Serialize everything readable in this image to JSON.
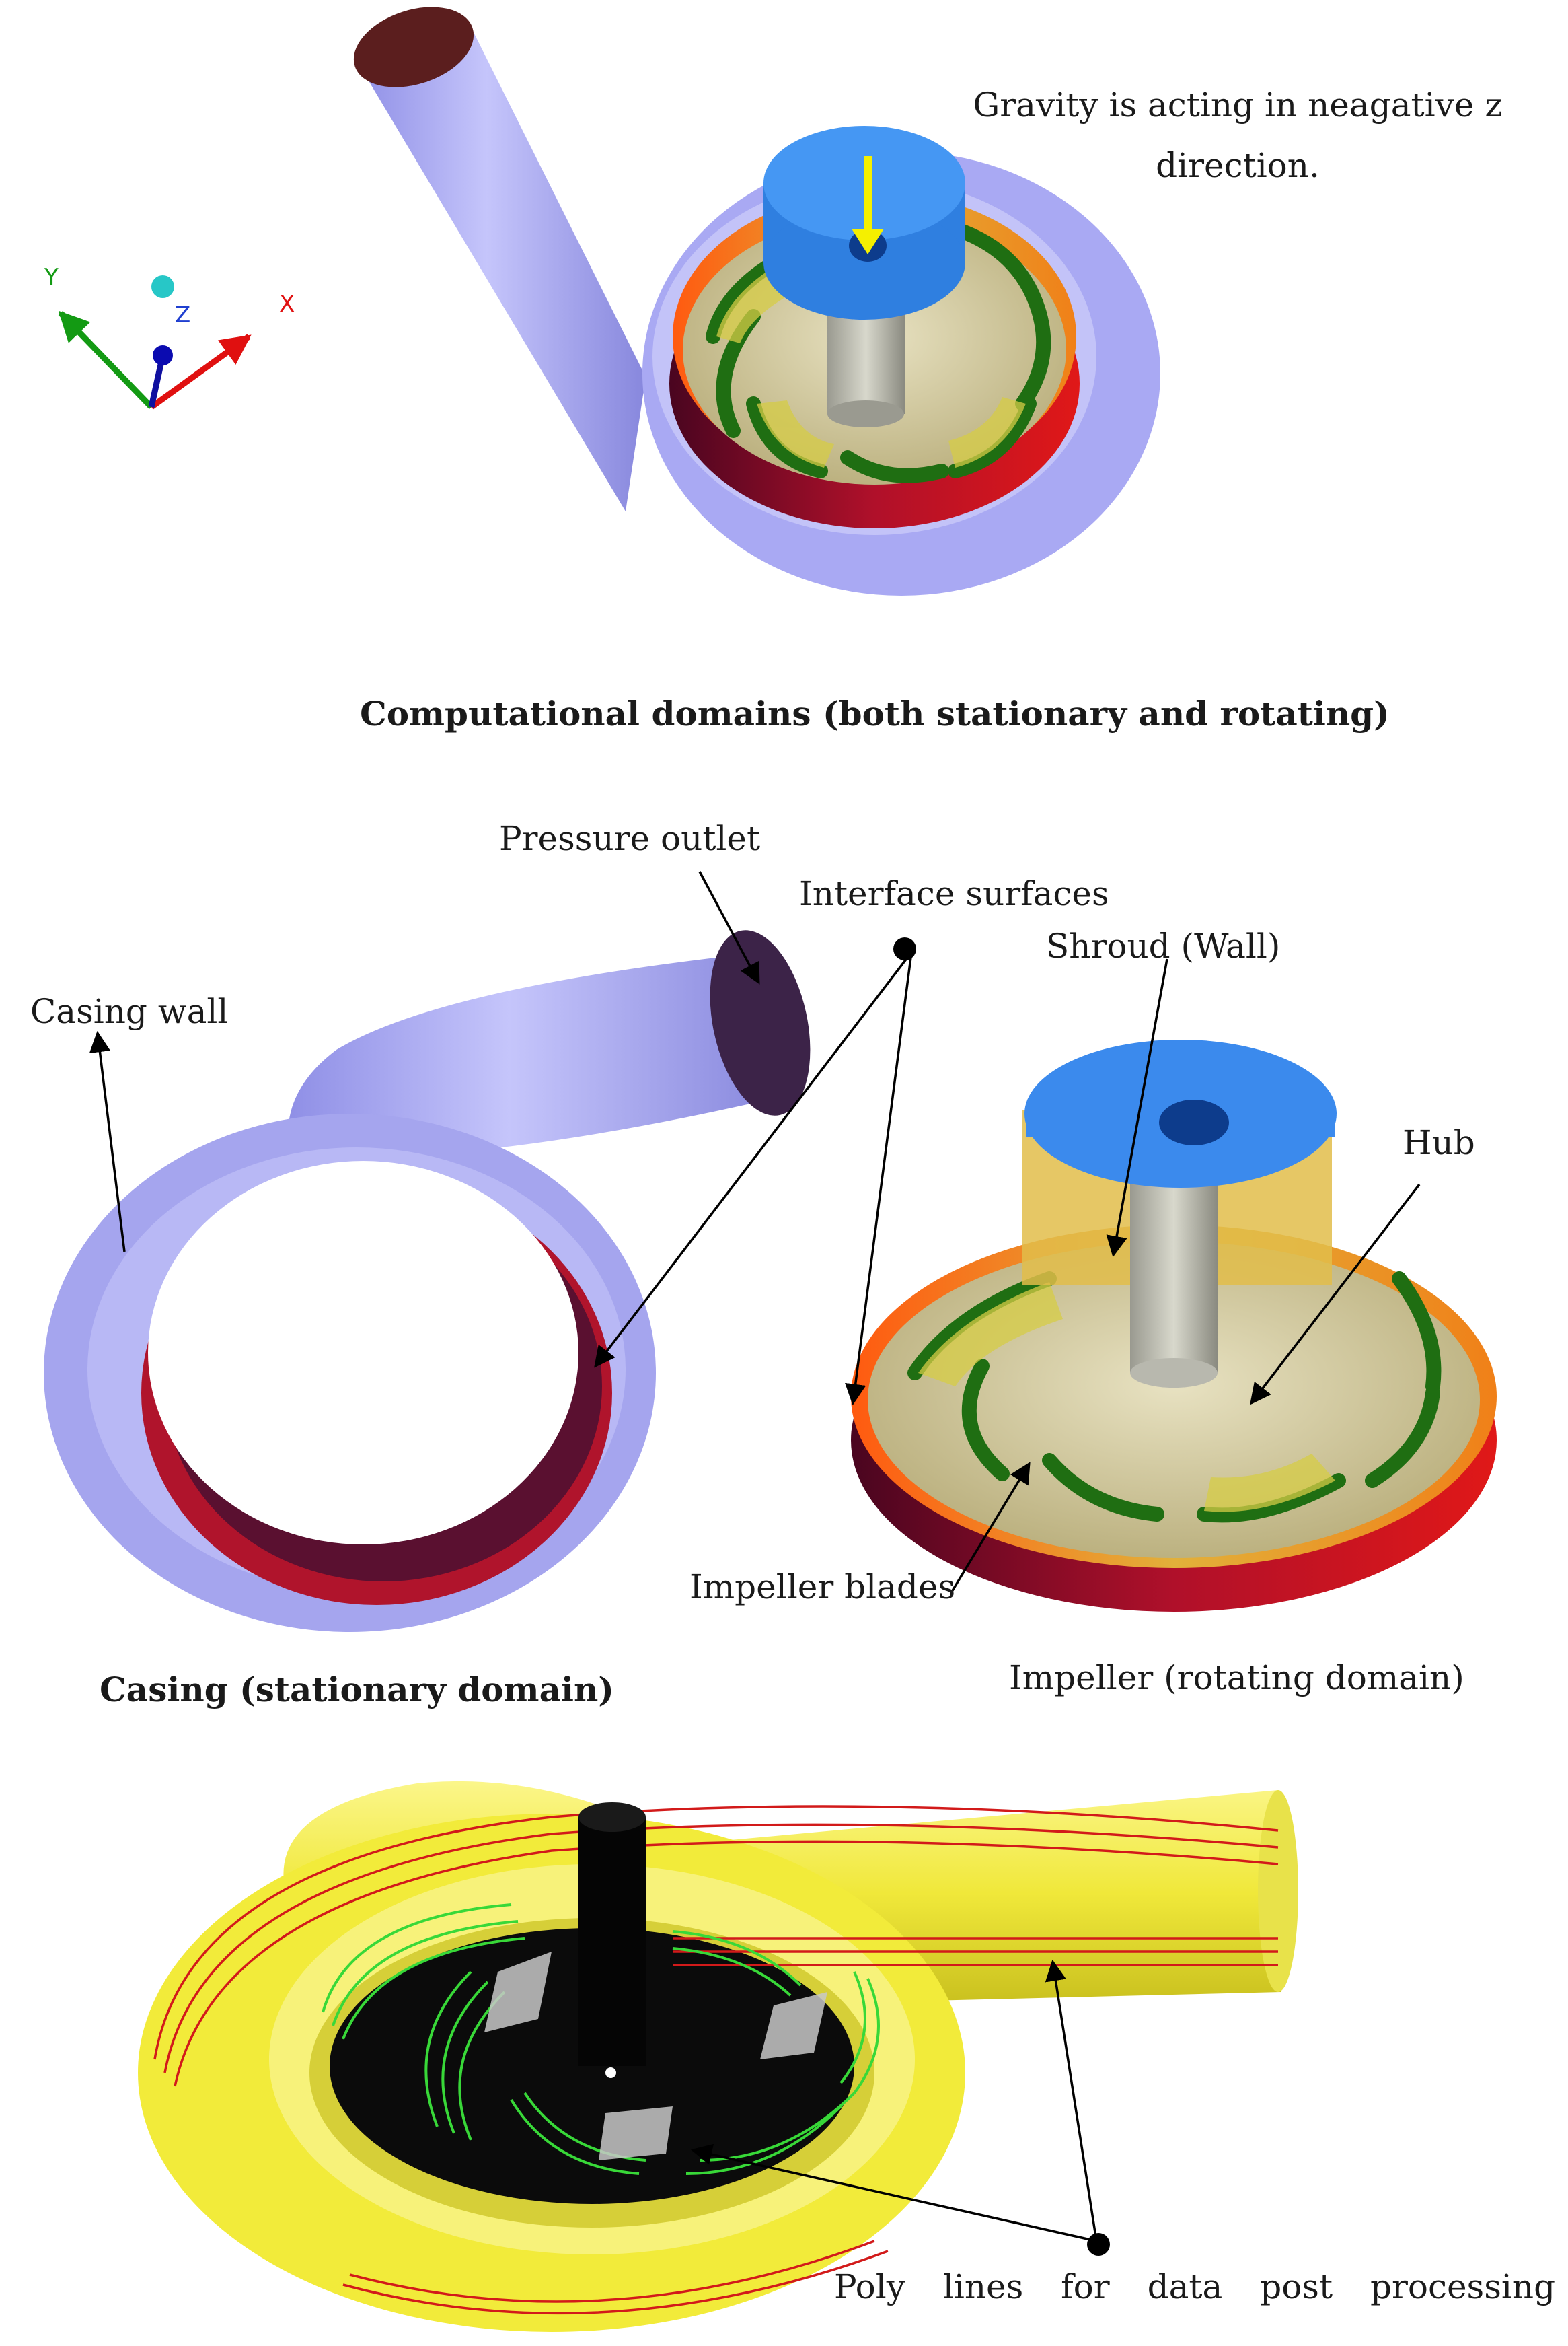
{
  "top": {
    "gravity_note": [
      "Gravity is acting in neagative z",
      "direction."
    ],
    "caption": "Computational domains (both stationary and rotating)",
    "axes": {
      "x": "X",
      "y": "Y",
      "z": "Z"
    }
  },
  "middle": {
    "labels": {
      "pressure_outlet": "Pressure outlet",
      "interface_surfaces": "Interface surfaces",
      "casing_wall": "Casing wall",
      "shroud": "Shroud (Wall)",
      "hub": "Hub",
      "impeller_blades": "Impeller blades"
    },
    "caption_casing": "Casing (stationary domain)",
    "caption_impeller": "Impeller (rotating domain)"
  },
  "bottom": {
    "label": "Poly lines for data post processing"
  },
  "colors": {
    "casing_blue": "#a8a8f2",
    "hub_blue": "#3d8ff0",
    "interface_red": "#c4102a",
    "impeller_yellow": "#e0d94a",
    "blade_green": "#1f6e12",
    "casing_yellow": "#f5ef45",
    "polyline_red": "#d21a1a",
    "polyline_green": "#38d838",
    "gravity_arrow": "#f5f000"
  }
}
